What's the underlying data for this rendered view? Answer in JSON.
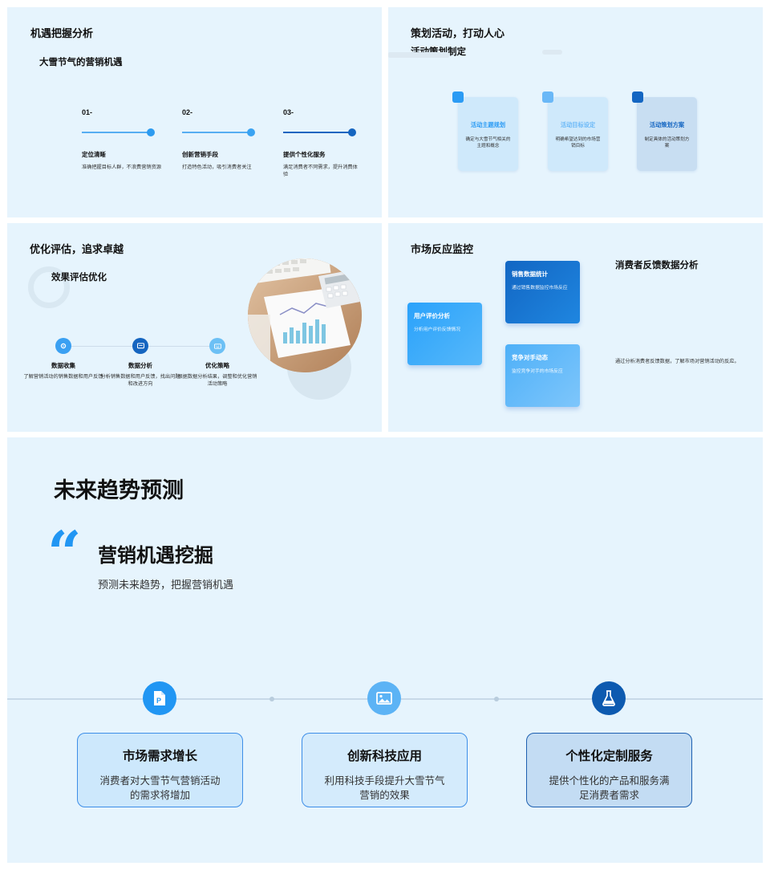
{
  "slide1": {
    "title": "机遇把握分析",
    "subtitle": "大雪节气的营销机遇",
    "steps": [
      {
        "num": "01-",
        "label": "定位清晰",
        "desc": "准确把握目标人群，不浪费营销资源"
      },
      {
        "num": "02-",
        "label": "创新营销手段",
        "desc": "打造特色活动，吸引消费者关注"
      },
      {
        "num": "03-",
        "label": "提供个性化服务",
        "desc": "满足消费者不同需求，提升消费体验"
      }
    ],
    "colors": {
      "accent": "#2d9bf0",
      "accent_dark": "#1565c0"
    }
  },
  "slide2": {
    "title": "策划活动，打动人心",
    "subtitle": "活动策划制定",
    "cards": [
      {
        "title": "活动主题规划",
        "desc": "确定与大雪节气相关的主题和概念",
        "accent": "#2b9bf4"
      },
      {
        "title": "活动目标设定",
        "desc": "明确希望达到的市场营销目标",
        "accent": "#6ab8f7"
      },
      {
        "title": "活动策划方案",
        "desc": "制定具体的活动策划方案",
        "accent": "#1466c2"
      }
    ]
  },
  "slide3": {
    "title": "优化评估，追求卓越",
    "subtitle": "效果评估优化",
    "items": [
      {
        "label": "数据收集",
        "desc": "了解营销活动的销售数据和用户反馈",
        "icon": "gear-icon",
        "color": "#3aa0f2"
      },
      {
        "label": "数据分析",
        "desc": "分析销售数据和用户反馈，找出问题和改进方向",
        "icon": "chart-icon",
        "color": "#1565c0"
      },
      {
        "label": "优化策略",
        "desc": "根据数据分析结果，调整和优化营销活动策略",
        "icon": "keyboard-icon",
        "color": "#6cc0f5"
      }
    ]
  },
  "slide4": {
    "title": "市场反应监控",
    "side_title": "消费者反馈数据分析",
    "side_desc": "通过分析消费者反馈数据，了解市场对营销活动的反应。",
    "cards": [
      {
        "title": "用户评价分析",
        "desc": "分析用户评价反馈情况"
      },
      {
        "title": "销售数据统计",
        "desc": "通过销售数据监控市场反应"
      },
      {
        "title": "竞争对手动态",
        "desc": "监控竞争对手的市场反应"
      }
    ]
  },
  "slide5": {
    "title": "未来趋势预测",
    "quote_mark": "“",
    "heading": "营销机遇挖掘",
    "subheading": "预测未来趋势，把握营销机遇",
    "cards": [
      {
        "title": "市场需求增长",
        "desc": "消费者对大雪节气营销活动的需求将增加",
        "icon": "document-p-icon",
        "circle": "#2196f3",
        "bg": "#cde8fc"
      },
      {
        "title": "创新科技应用",
        "desc": "利用科技手段提升大雪节气营销的效果",
        "icon": "image-icon",
        "circle": "#5cb3f5",
        "bg": "#d4ebfc"
      },
      {
        "title": "个性化定制服务",
        "desc": "提供个性化的产品和服务满足消费者需求",
        "icon": "flask-icon",
        "circle": "#0d5ab0",
        "bg": "#c3dcf3"
      }
    ]
  }
}
